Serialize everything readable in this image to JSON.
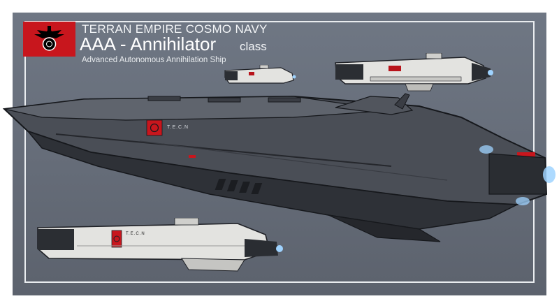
{
  "header": {
    "organization": "TERRAN EMPIRE COSMO NAVY",
    "ship_name": "AAA - Annihilator",
    "ship_class_suffix": "class",
    "subtitle": "Advanced Autonomous Annihilation Ship"
  },
  "markings": {
    "hull_tag": "T.E.C.N"
  },
  "colors": {
    "background": "#676e7a",
    "frame": "#e9ecef",
    "flag_red": "#c8161d",
    "hull_dark": "#3d4047",
    "hull_light": "#e6e6e3",
    "engine_glow": "#9fd3ff"
  },
  "icons": {
    "emblem": "eagle-emblem-icon"
  }
}
